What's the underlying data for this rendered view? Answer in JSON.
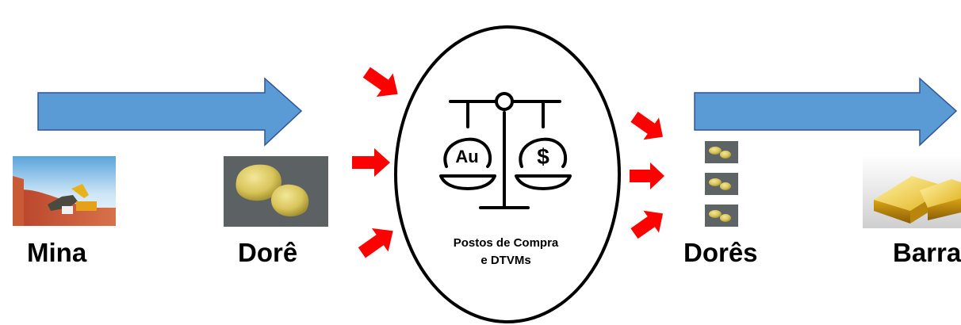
{
  "stages": {
    "mina": "Mina",
    "dore": "Dorê",
    "dores": "Dorês",
    "barra": "Barra"
  },
  "center": {
    "line1": "Postos de Compra",
    "line2": "e DTVMs",
    "scale_left_symbol": "Au",
    "scale_right_symbol": "$"
  },
  "colors": {
    "flow_arrow": "#5b9bd5",
    "flow_arrow_border": "#2f5597",
    "input_arrow": "#ff0000",
    "outline": "#000000",
    "gold": "#e0c85a"
  },
  "icons": [
    "mine-photo",
    "dore-photo",
    "scale-icon",
    "gold-bar-photo"
  ]
}
